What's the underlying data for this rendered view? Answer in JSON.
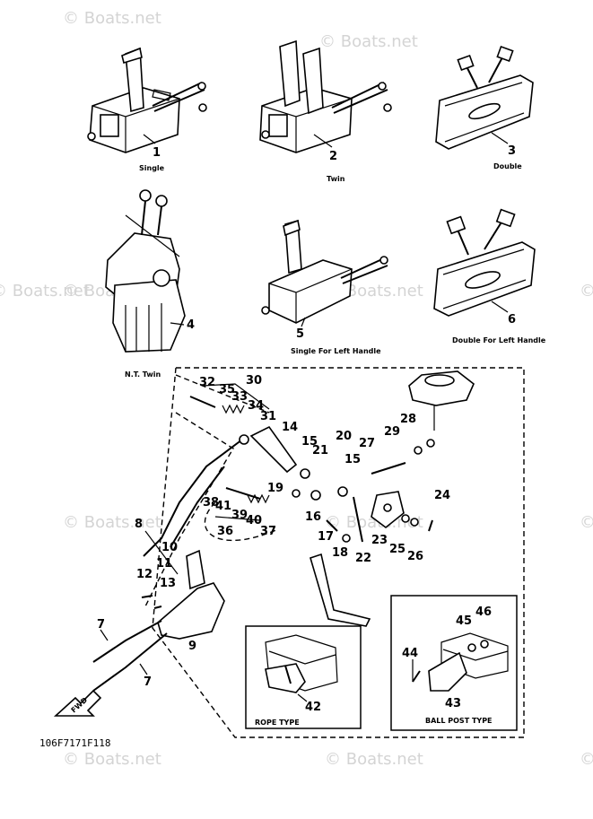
{
  "watermarks": [
    "© Boats.net",
    "© Boats.net",
    "© Boats.net",
    "© Boats.net",
    "© Boats.net",
    "© Boats.net",
    "© Boats.net",
    "© Boats.net",
    "© Boats.net",
    "© Boats.net",
    "© Boats.net",
    "© Boats.net"
  ],
  "variants": [
    {
      "number": "1",
      "caption": "Single"
    },
    {
      "number": "2",
      "caption": "Twin"
    },
    {
      "number": "3",
      "caption": "Double"
    },
    {
      "number": "4",
      "caption": "N.T. Twin"
    },
    {
      "number": "5",
      "caption": "Single For Left Handle"
    },
    {
      "number": "6",
      "caption": "Double For Left Handle"
    }
  ],
  "callouts": [
    "7",
    "7",
    "8",
    "9",
    "10",
    "11",
    "12",
    "13",
    "14",
    "15",
    "15",
    "16",
    "17",
    "18",
    "19",
    "20",
    "21",
    "22",
    "23",
    "24",
    "25",
    "26",
    "27",
    "28",
    "29",
    "30",
    "31",
    "32",
    "33",
    "34",
    "35",
    "36",
    "37",
    "38",
    "39",
    "40",
    "41"
  ],
  "insets": {
    "rope": {
      "caption": "ROPE TYPE",
      "part": "42"
    },
    "ball": {
      "caption": "BALL POST TYPE",
      "parts": [
        "43",
        "44",
        "45",
        "46"
      ]
    }
  },
  "fwd_label": "FWD",
  "diagram_code": "106F7171F118"
}
